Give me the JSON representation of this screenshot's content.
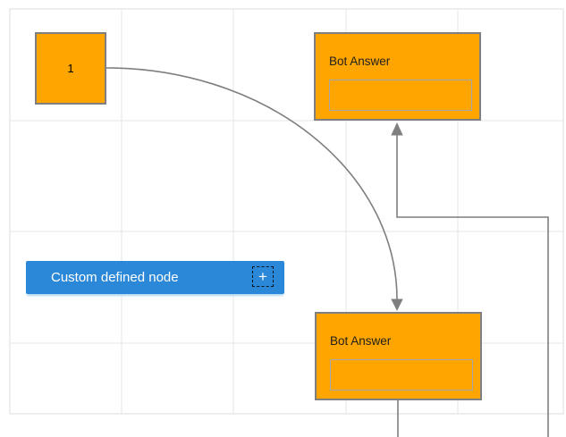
{
  "diagram": {
    "start_node": {
      "label": "1"
    },
    "bot_answer_nodes": [
      {
        "title": "Bot Answer",
        "field_value": ""
      },
      {
        "title": "Bot Answer",
        "field_value": ""
      }
    ],
    "custom_node": {
      "label": "Custom defined node",
      "add_button": "+"
    }
  },
  "colors": {
    "canvas_bg": "#ffffff",
    "grid_line": "#e5e5e5",
    "page_border": "#dcdcdc",
    "connector": "#7f7f7f",
    "node_orange": "#ffa500",
    "node_border": "#7f7f7f",
    "node_field_border": "#a6a6a6",
    "custom_blue": "#2b88d8",
    "custom_shadow": "#aed4f2",
    "text_dark": "#1f1f1f",
    "text_light": "#ffffff"
  }
}
